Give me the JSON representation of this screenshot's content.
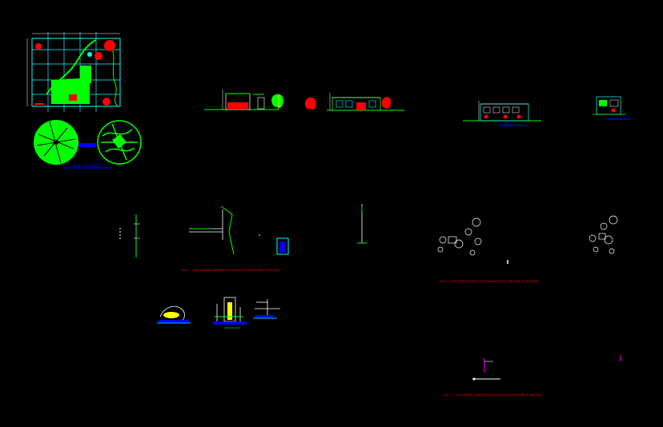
{
  "drawing": {
    "background": "#000000",
    "colors": {
      "green": "#00ff00",
      "cyan": "#00ffff",
      "red": "#ff0000",
      "blue": "#0000ff",
      "yellow": "#ffff00",
      "white": "#ffffff",
      "magenta": "#ff00ff"
    },
    "xref_paths": [
      "Xref C:\\Users\\MARIA GUADALUPE\\Desktop\\ELEVACIONES\\DWG PLANOS.dwg",
      "Xref C:\\Users\\MARIA GUADALUPE\\Desktop\\ELEVACIONES\\DWG PLANOS.dwg",
      "Xref C:\\Users\\MARIA GUADALUPE\\Desktop\\ELEVACIONES\\DWG PLANOS.dwg"
    ],
    "titles": {
      "trees": "ARBOL ORNAMENTAL",
      "elev_a": "CORTE A-A'",
      "elev_b": "CORTE B-B'"
    }
  }
}
